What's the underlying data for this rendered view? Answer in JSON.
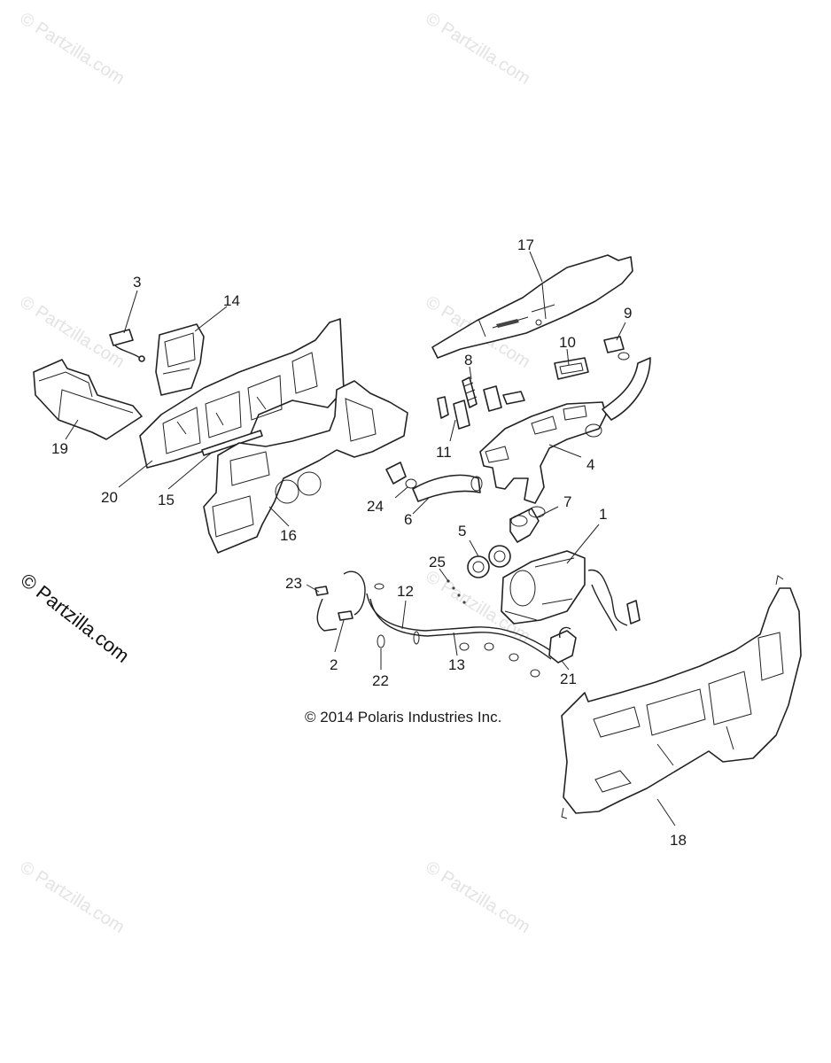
{
  "watermarks": {
    "text": "© Partzilla.com",
    "prominent": "© Partzilla.com"
  },
  "copyright": "© 2014 Polaris Industries Inc.",
  "callouts": [
    {
      "id": "1",
      "label": "1"
    },
    {
      "id": "2",
      "label": "2"
    },
    {
      "id": "3",
      "label": "3"
    },
    {
      "id": "4",
      "label": "4"
    },
    {
      "id": "5",
      "label": "5"
    },
    {
      "id": "6",
      "label": "6"
    },
    {
      "id": "7",
      "label": "7"
    },
    {
      "id": "8",
      "label": "8"
    },
    {
      "id": "9",
      "label": "9"
    },
    {
      "id": "10",
      "label": "10"
    },
    {
      "id": "11",
      "label": "11"
    },
    {
      "id": "12",
      "label": "12"
    },
    {
      "id": "13",
      "label": "13"
    },
    {
      "id": "14",
      "label": "14"
    },
    {
      "id": "15",
      "label": "15"
    },
    {
      "id": "16",
      "label": "16"
    },
    {
      "id": "17",
      "label": "17"
    },
    {
      "id": "18",
      "label": "18"
    },
    {
      "id": "19",
      "label": "19"
    },
    {
      "id": "20",
      "label": "20"
    },
    {
      "id": "21",
      "label": "21"
    },
    {
      "id": "22",
      "label": "22"
    },
    {
      "id": "23",
      "label": "23"
    },
    {
      "id": "24",
      "label": "24"
    },
    {
      "id": "25",
      "label": "25"
    }
  ]
}
